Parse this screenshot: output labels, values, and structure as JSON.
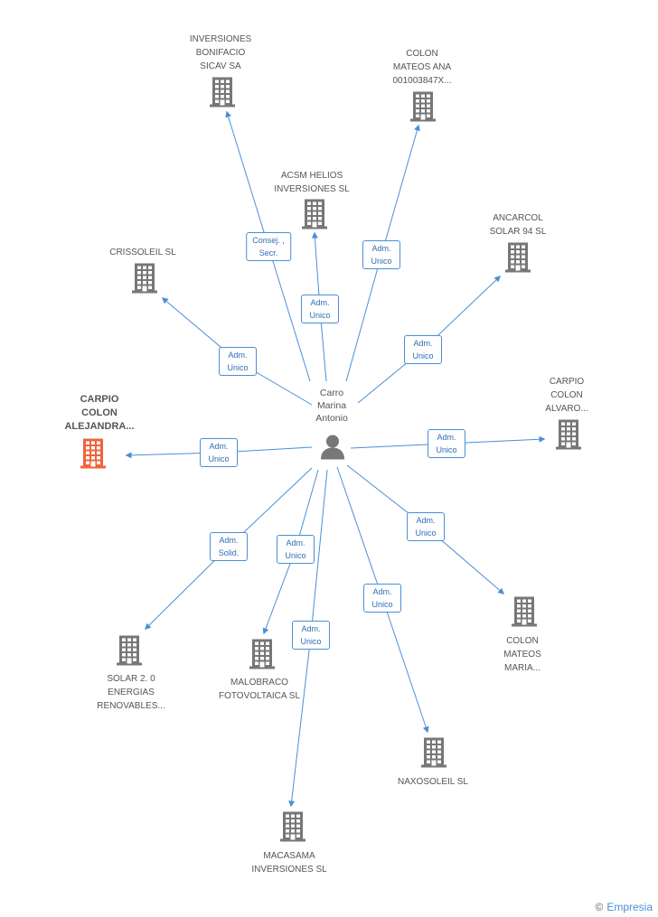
{
  "center": {
    "label": "Carro\nMarina\nAntonio"
  },
  "nodes": [
    {
      "id": "n1",
      "label": "INVERSIONES\nBONIFACIO\nSICAV SA",
      "role": "Consej. ,\nSecr."
    },
    {
      "id": "n2",
      "label": "COLON\nMATEOS ANA\n001003847X...",
      "role": "Adm.\nUnico"
    },
    {
      "id": "n3",
      "label": "ACSM HELIOS\nINVERSIONES SL",
      "role": "Adm.\nUnico"
    },
    {
      "id": "n4",
      "label": "ANCARCOL\nSOLAR 94 SL",
      "role": "Adm.\nUnico"
    },
    {
      "id": "n5",
      "label": "CRISSOLEIL SL",
      "role": "Adm.\nUnico"
    },
    {
      "id": "n6",
      "label": "CARPIO\nCOLON\nALEJANDRA...",
      "role": "Adm.\nUnico",
      "focal": true
    },
    {
      "id": "n7",
      "label": "CARPIO\nCOLON\nALVARO...",
      "role": "Adm.\nUnico"
    },
    {
      "id": "n8",
      "label": "COLON\nMATEOS\nMARIA...",
      "role": "Adm.\nUnico"
    },
    {
      "id": "n9",
      "label": "SOLAR 2. 0\nENERGIAS\nRENOVABLES...",
      "role": "Adm.\nSolid."
    },
    {
      "id": "n10",
      "label": "MALOBRACO\nFOTOVOLTAICA SL",
      "role": "Adm.\nUnico"
    },
    {
      "id": "n11",
      "label": "MACASAMA\nINVERSIONES SL",
      "role": "Adm.\nUnico"
    },
    {
      "id": "n12",
      "label": "NAXOSOLEIL SL",
      "role": "Adm.\nUnico"
    }
  ],
  "colors": {
    "edge": "#4a8fd6",
    "building": "#777777",
    "focal_building": "#f0643c"
  },
  "icons": {
    "person": "person-icon",
    "building": "building-icon"
  },
  "watermark": {
    "symbol": "©",
    "brand": "Empresia"
  }
}
